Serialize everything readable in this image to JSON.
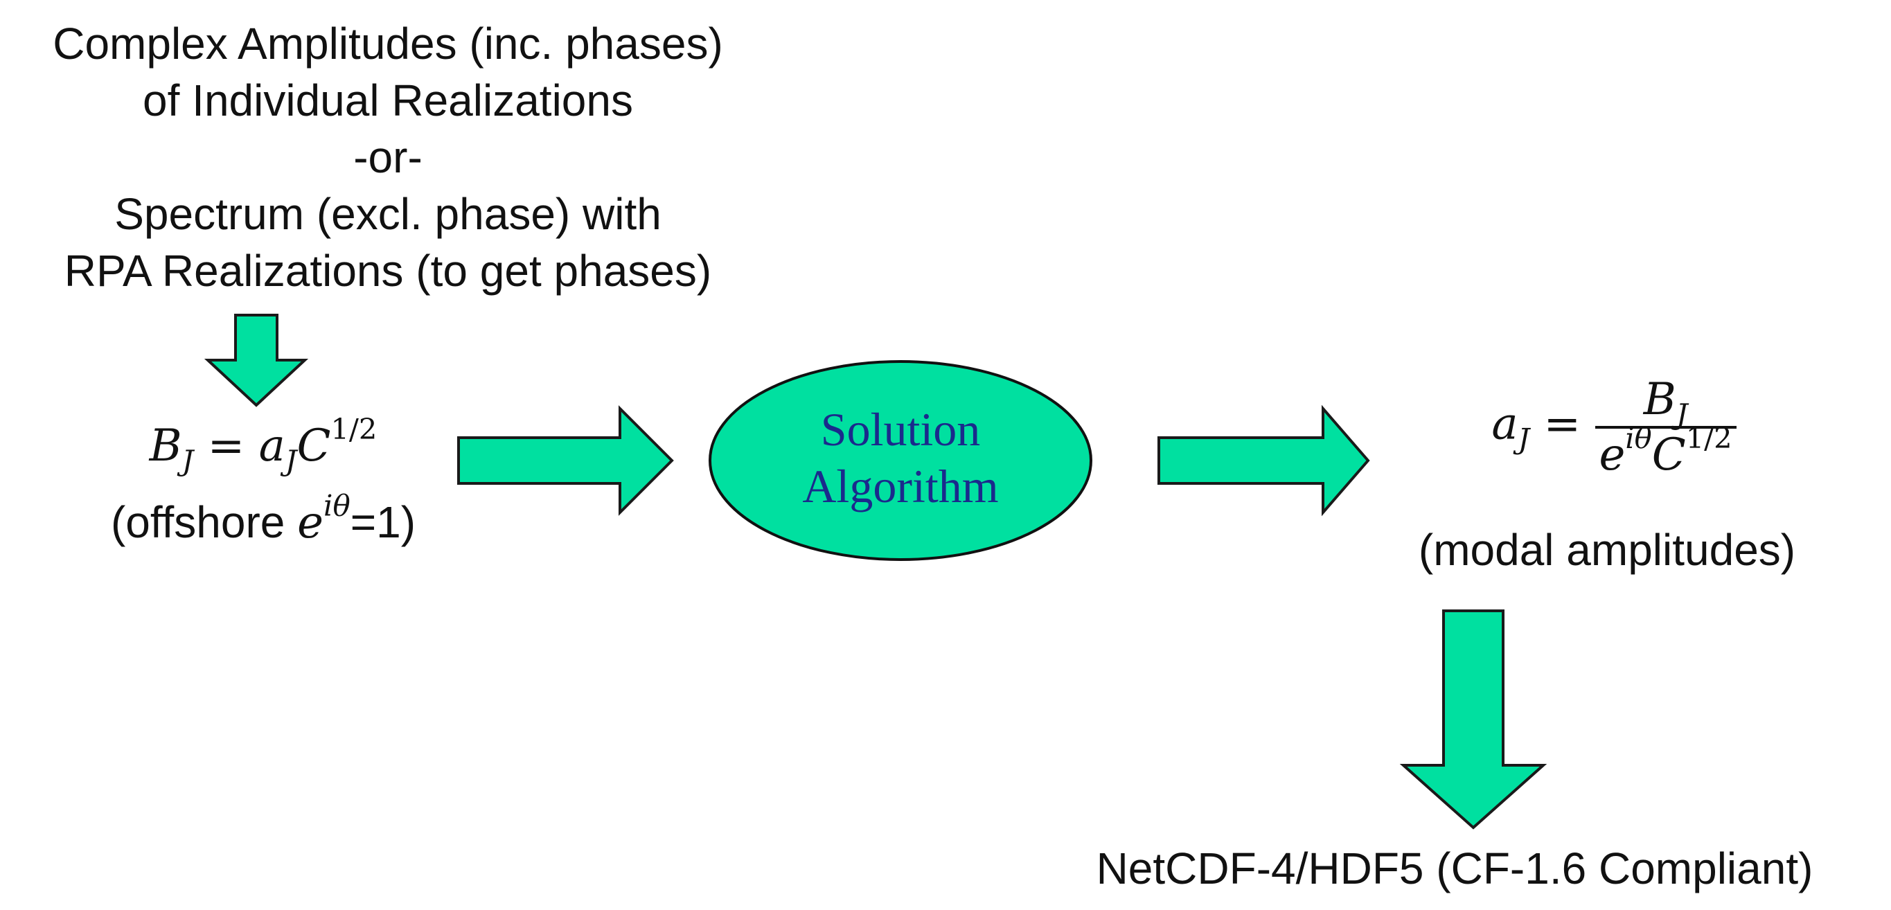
{
  "input": {
    "lines": [
      "Complex Amplitudes (inc. phases)",
      "of Individual Realizations",
      "-or-",
      "Spectrum (excl. phase) with",
      "RPA Realizations (to get phases)"
    ]
  },
  "left_equation": {
    "lhs": "B",
    "lhs_sub": "J",
    "eq": "=",
    "a": "a",
    "a_sub": "J",
    "c": "C",
    "c_sup": "1/2",
    "note_prefix": "(offshore ",
    "note_e": "e",
    "note_sup": "iθ",
    "note_suffix": "=1)"
  },
  "ellipse": {
    "line1": "Solution",
    "line2": "Algorithm",
    "fill": "#00e0a0",
    "stroke": "#111111",
    "text_color": "#1a2a8c"
  },
  "right_equation": {
    "lhs": "a",
    "lhs_sub": "J",
    "eq": "=",
    "num": "B",
    "num_sub": "J",
    "den_e": "e",
    "den_sup": "iθ",
    "den_c": "C",
    "den_c_sup": "1/2",
    "note": "(modal amplitudes)"
  },
  "output": {
    "label": "NetCDF-4/HDF5  (CF-1.6 Compliant)"
  },
  "colors": {
    "arrow_fill": "#00e0a0",
    "arrow_stroke": "#1a1a1a",
    "text": "#111111"
  }
}
